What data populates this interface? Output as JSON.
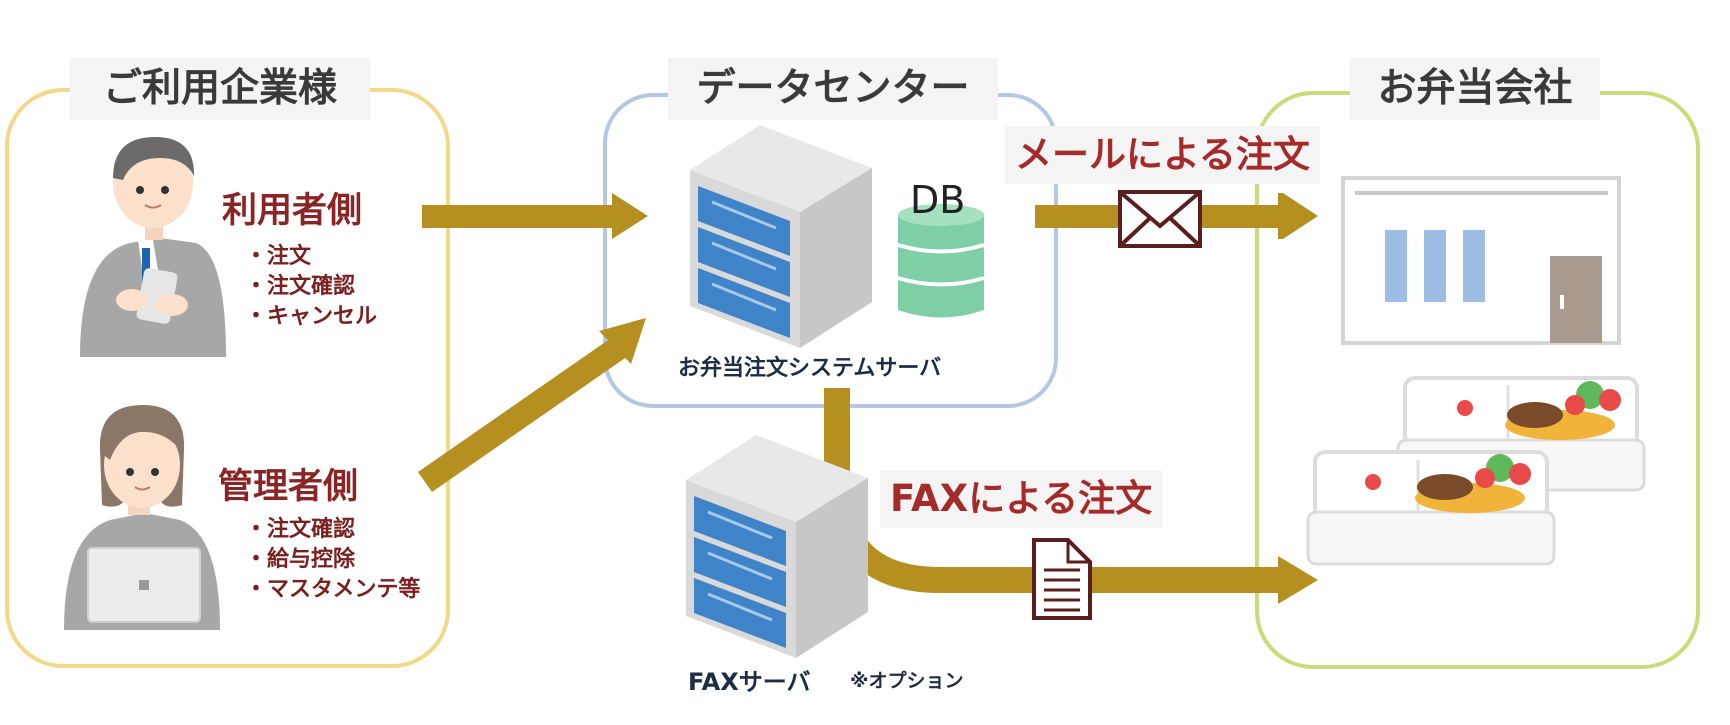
{
  "client": {
    "title": "ご利用企業様",
    "user": {
      "title": "利用者側",
      "items": [
        "注文",
        "注文確認",
        "キャンセル"
      ]
    },
    "admin": {
      "title": "管理者側",
      "items": [
        "注文確認",
        "給与控除",
        "マスタメンテ等"
      ]
    }
  },
  "datacenter": {
    "title": "データセンター",
    "server_label": "お弁当注文システムサーバ",
    "db_label": "DB"
  },
  "fax_server": {
    "label": "FAXサーバ",
    "note": "※オプション"
  },
  "vendor": {
    "title": "お弁当会社"
  },
  "orders": {
    "mail": "メールによる注文",
    "fax": "FAXによる注文"
  },
  "colors": {
    "arrow": "#b58f20",
    "client_border": "#f2d98a",
    "datacenter_border": "#b3c7e3",
    "vendor_border": "#c8dc7a",
    "server_blue": "#3f83c8",
    "db_green": "#7fcfa6",
    "dark_red": "#8b2424"
  },
  "icons": [
    "man-icon",
    "woman-icon",
    "server-icon",
    "database-icon",
    "mail-icon",
    "document-icon",
    "building-icon",
    "bento-icon"
  ]
}
